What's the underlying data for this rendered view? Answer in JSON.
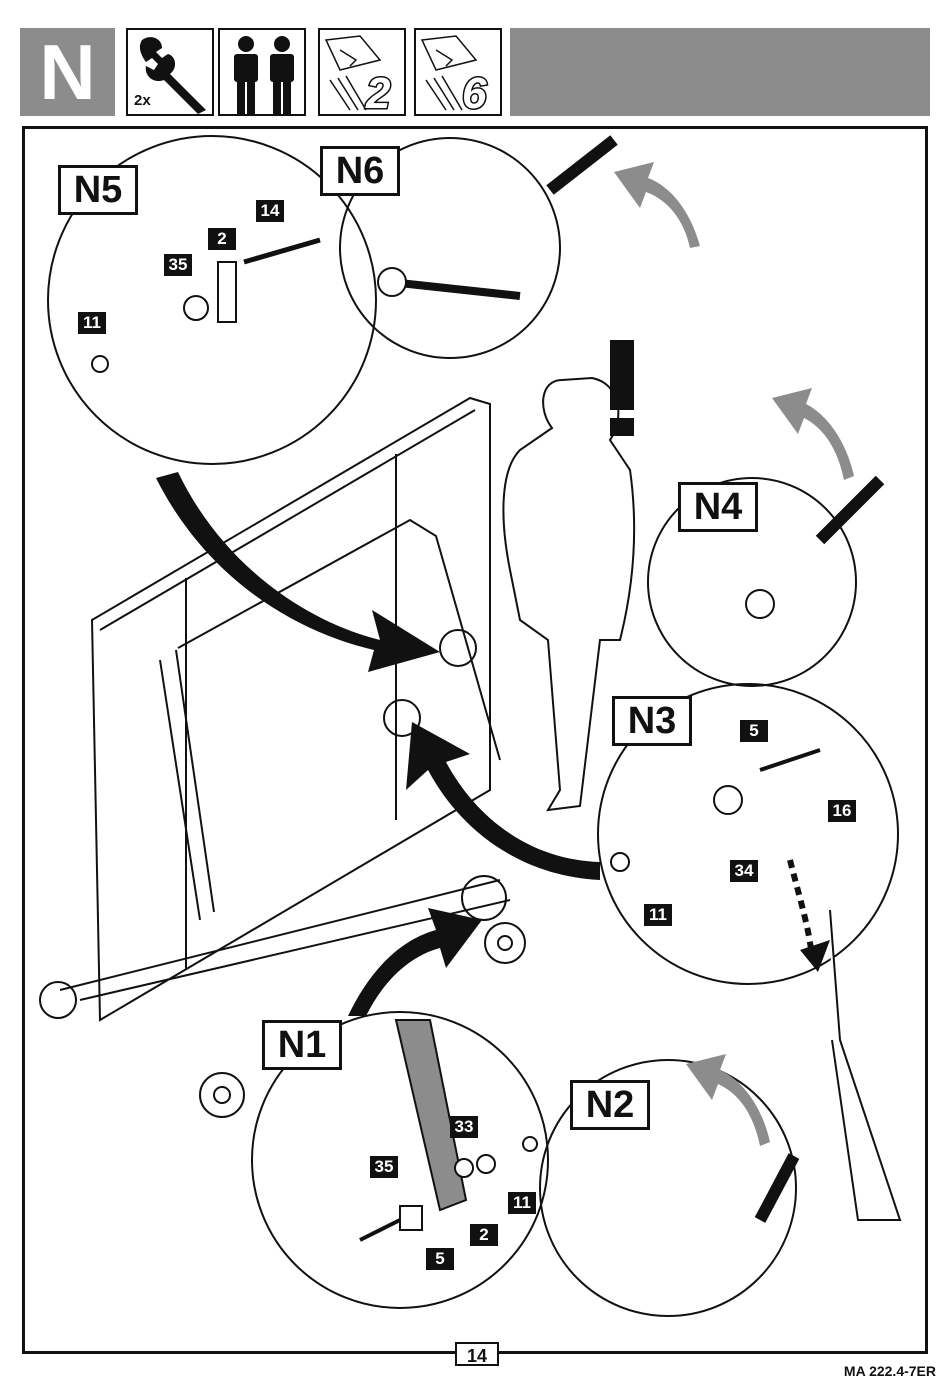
{
  "header": {
    "step_letter": "N",
    "tool_qty": "2x",
    "icon_people": "two-people-icon",
    "icon_wrench": "wrench-icon",
    "icon_hand2": "2",
    "icon_hand6": "6"
  },
  "callouts": {
    "n1": "N1",
    "n2": "N2",
    "n3": "N3",
    "n4": "N4",
    "n5": "N5",
    "n6": "N6"
  },
  "parts": {
    "n5": {
      "p14": "14",
      "p2": "2",
      "p35": "35",
      "p11": "11"
    },
    "n3": {
      "p5": "5",
      "p16": "16",
      "p34": "34",
      "p11": "11"
    },
    "n1": {
      "p33": "33",
      "p35": "35",
      "p11": "11",
      "p2": "2",
      "p5": "5"
    }
  },
  "warning": "!",
  "page_number": "14",
  "doc_code": "MA 222.4-7ER",
  "colors": {
    "header_gray": "#8c8c8c",
    "ink": "#111111"
  }
}
